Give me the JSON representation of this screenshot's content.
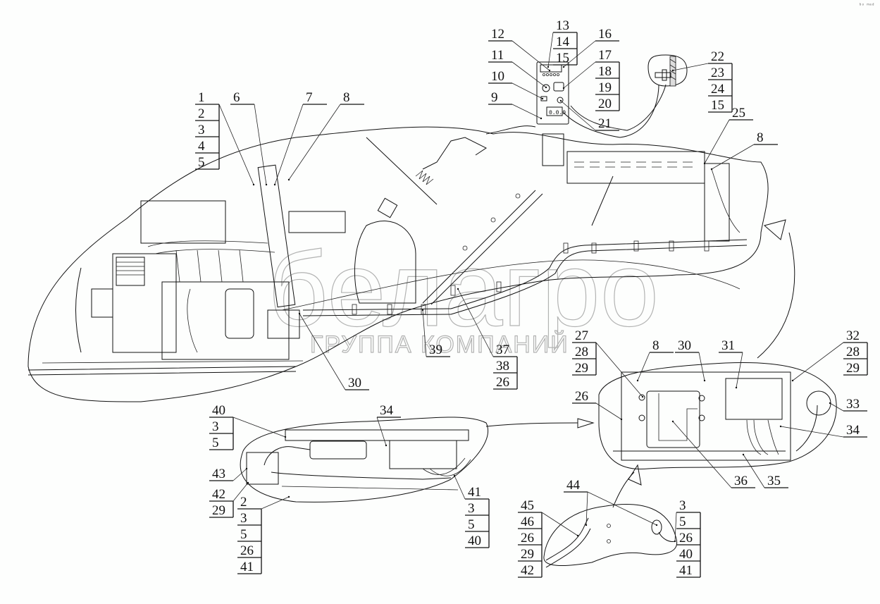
{
  "diagram": {
    "type": "wiring-harness-installation-drawing",
    "corner_mark": "ᵇᵒ ᵐᵃᵈ",
    "watermark": {
      "logo_text": "белагро",
      "subtitle": "ГРУППА КОМПАНИЙ"
    },
    "callouts": {
      "c1": [
        "1",
        "2",
        "3",
        "4",
        "5"
      ],
      "c6": [
        "6"
      ],
      "c7": [
        "7"
      ],
      "c8a": [
        "8"
      ],
      "c9": [
        "9"
      ],
      "c10": [
        "10"
      ],
      "c11": [
        "11"
      ],
      "c12": [
        "12"
      ],
      "c13": [
        "13",
        "14",
        "15"
      ],
      "c16": [
        "16"
      ],
      "c17": [
        "17",
        "18",
        "19",
        "20"
      ],
      "c21": [
        "21"
      ],
      "c22": [
        "22",
        "23",
        "24",
        "15"
      ],
      "c25": [
        "25"
      ],
      "c8b": [
        "8"
      ],
      "c30a": [
        "30"
      ],
      "c39": [
        "39"
      ],
      "c37": [
        "37",
        "38",
        "26"
      ],
      "c27": [
        "27",
        "28",
        "29"
      ],
      "c8c": [
        "8"
      ],
      "c30b": [
        "30"
      ],
      "c31": [
        "31"
      ],
      "c32": [
        "32",
        "28",
        "29"
      ],
      "c26": [
        "26"
      ],
      "c33": [
        "33"
      ],
      "c34a": [
        "34"
      ],
      "c36": [
        "36"
      ],
      "c35": [
        "35"
      ],
      "c40": [
        "40",
        "3",
        "5"
      ],
      "c34b": [
        "34"
      ],
      "c43": [
        "43"
      ],
      "c42": [
        "42",
        "29"
      ],
      "c2": [
        "2",
        "3",
        "5",
        "26",
        "41"
      ],
      "c41": [
        "41",
        "3",
        "5",
        "40"
      ],
      "c44": [
        "44"
      ],
      "c45": [
        "45",
        "46",
        "26",
        "29",
        "42"
      ],
      "c3": [
        "3",
        "5",
        "26",
        "40",
        "41"
      ]
    },
    "panel_display": "0.0.0"
  }
}
